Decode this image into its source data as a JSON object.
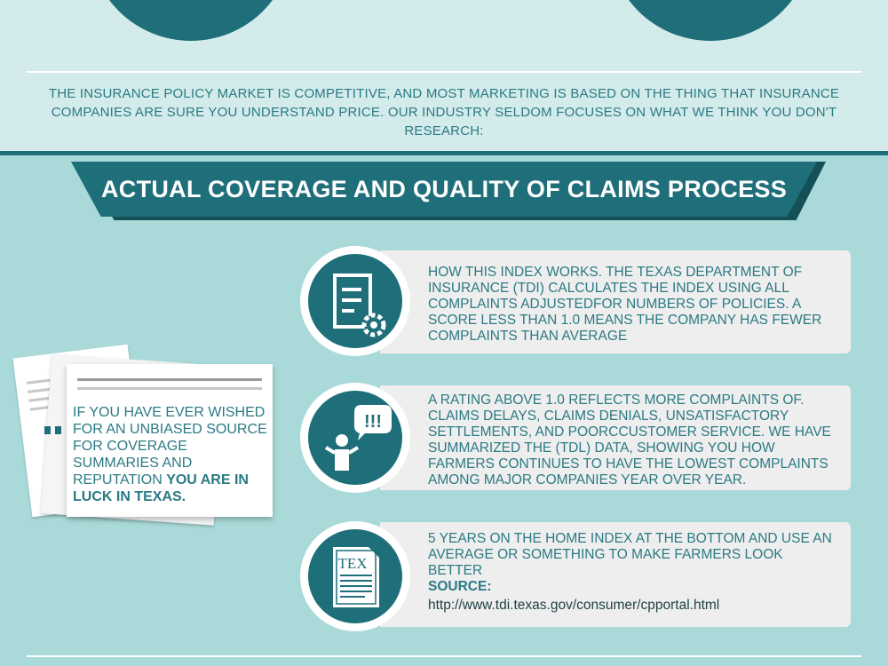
{
  "intro": {
    "text": "THE INSURANCE POLICY MARKET IS COMPETITIVE, AND MOST MARKETING IS BASED ON THE THING THAT INSURANCE COMPANIES ARE SURE YOU UNDERSTAND PRICE. OUR INDUSTRY SELDOM FOCUSES ON WHAT WE THINK YOU DON'T RESEARCH:"
  },
  "banner": {
    "title": "ACTUAL COVERAGE AND QUALITY OF CLAIMS PROCESS"
  },
  "note": {
    "text": "IF YOU HAVE EVER WISHED FOR AN UNBIASED SOURCE FOR COVERAGE SUMMARIES AND REPUTATION ",
    "emphasis": "YOU ARE IN LUCK IN TEXAS."
  },
  "items": [
    {
      "icon": "document-gear-icon",
      "text": "HOW THIS INDEX WORKS. THE TEXAS DEPARTMENT OF INSURANCE (TDI) CALCULATES THE INDEX USING ALL COMPLAINTS ADJUSTEDFOR NUMBERS OF POLICIES. A SCORE LESS THAN 1.0 MEANS THE COMPANY HAS FEWER COMPLAINTS THAN AVERAGE"
    },
    {
      "icon": "complaint-person-icon",
      "bubble": "!!!",
      "text": "A RATING ABOVE 1.0 REFLECTS MORE COMPLAINTS OF. CLAIMS DELAYS, CLAIMS DENIALS, UNSATISFACTORY SETTLEMENTS, AND POORCCUSTOMER SERVICE. WE HAVE SUMMARIZED THE (TDL) DATA, SHOWING YOU HOW FARMERS CONTINUES TO HAVE THE LOWEST COMPLAINTS AMONG MAJOR COMPANIES YEAR OVER YEAR."
    },
    {
      "icon": "tex-document-icon",
      "doc_label": "TEX",
      "text": "5 YEARS ON THE HOME INDEX AT THE BOTTOM AND USE AN AVERAGE OR SOMETHING TO MAKE FARMERS LOOK BETTER",
      "source_label": "SOURCE:",
      "source_url": "http://www.tdi.texas.gov/consumer/cpportal.html"
    }
  ],
  "colors": {
    "teal_dark": "#1f6f7a",
    "teal_text": "#2b7a84",
    "bg_light": "#a9dad9",
    "bg_top": "#d3ebea",
    "card": "#eeeeee"
  }
}
